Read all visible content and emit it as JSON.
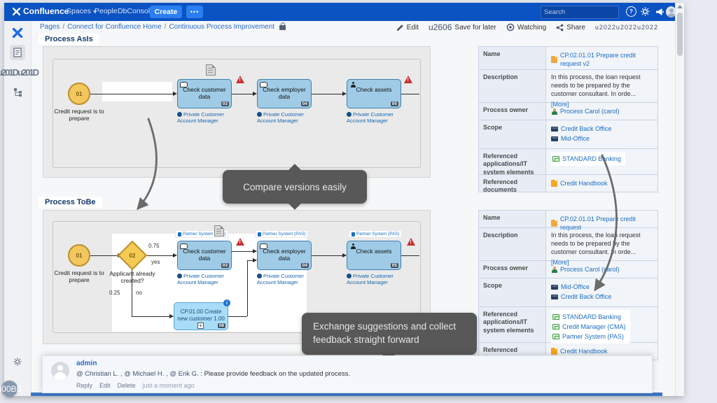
{
  "nav": {
    "brand": "Confluence",
    "spaces": "Spaces",
    "people": "People",
    "dbconsole": "DbConsole",
    "create": "Create",
    "search_placeholder": "Search"
  },
  "breadcrumb": {
    "sep": "/",
    "p1": "Pages",
    "p2": "Connect for Confluence Home",
    "p3": "Continuous Process Improvement"
  },
  "actions": {
    "edit": "Edit",
    "save": "Save for later",
    "watching": "Watching",
    "share": "Share"
  },
  "asis": {
    "heading": "Process AsIs",
    "start_id": "01",
    "start_label": "Credit request is to prepare",
    "t1": "Check customer data",
    "t1_id": "03",
    "t2": "Check employer data",
    "t2_id": "04",
    "t3": "Check assets",
    "t3_id": "05",
    "role": "Private Customer Account Manager"
  },
  "tobe": {
    "heading": "Process ToBe",
    "start_id": "01",
    "start_label": "Credit request is to prepare",
    "gw_id": "02",
    "gw_label": "Applicant already created?",
    "p_yes": "0.75",
    "yes": "yes",
    "p_no": "0.25",
    "no": "no",
    "system": "Partner System (PAS)",
    "t1": "Check customer data",
    "t1_id": "03",
    "t2": "Check employer data",
    "t2_id": "04",
    "t3": "Check assets",
    "t3_id": "05",
    "role": "Private Customer Account Manager",
    "sub_label": "CP.01.00 Create new customer 1.00",
    "sub_id": "08"
  },
  "callouts": {
    "compare": "Compare versions easily",
    "exchange": "Exchange suggestions and collect feedback straight forward"
  },
  "table1": {
    "name_label": "Name",
    "name_value": "CP.02.01.01 Prepare credit request v2",
    "desc_label": "Description",
    "desc_value": "In this process, the loan request needs to be prepared by the customer consultant. In orde...",
    "more": "[More]",
    "owner_label": "Process owner",
    "owner_value": "Process Carol (carol)",
    "scope_label": "Scope",
    "scope_values": [
      "Credit Back Office",
      "Mid-Office"
    ],
    "apps_label": "Referenced applications/IT system elements",
    "apps_values": [
      "STANDARD Banking"
    ],
    "docs_label": "Referenced documents",
    "docs_value": "Credit Handbook"
  },
  "table2": {
    "name_label": "Name",
    "name_value": "CP.02.01.01 Prepare credit request",
    "desc_label": "Description",
    "desc_value": "In this process, the loan request needs to be prepared by the customer consultant. In orde...",
    "more": "[More]",
    "owner_label": "Process owner",
    "owner_value": "Process Carol (carol)",
    "scope_label": "Scope",
    "scope_values": [
      "Mid-Office",
      "Credit Back Office"
    ],
    "apps_label": "Referenced applications/IT system elements",
    "apps_values": [
      "STANDARD Banking",
      "Credit Manager (CMA)",
      "Partner System (PAS)"
    ],
    "docs_label": "Referenced documents",
    "docs_value": "Credit Handbook"
  },
  "comment": {
    "author": "admin",
    "m1": "@ Christian L. ,",
    "m2": "@ Michael H. ,",
    "m3": "@ Erik G. :",
    "text": "Please provide feedback on the updated process.",
    "reply": "Reply",
    "edit": "Edit",
    "del": "Delete",
    "time": "just a moment ago"
  }
}
